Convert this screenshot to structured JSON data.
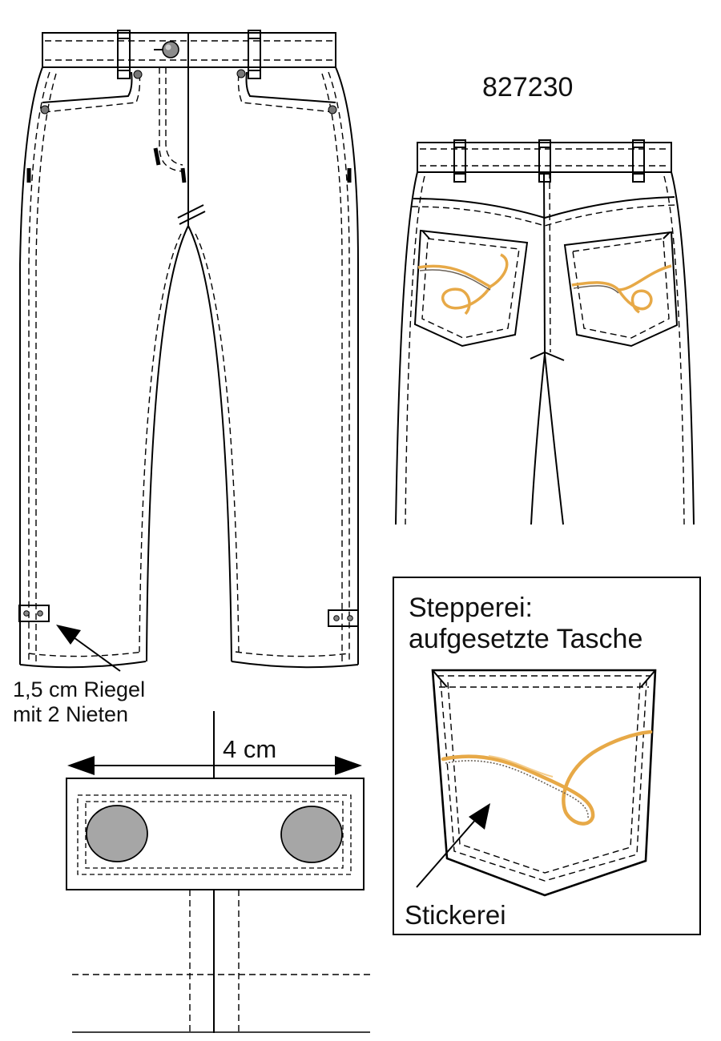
{
  "drawing": {
    "style_number": "827230",
    "annotations": {
      "tab_label_line1": "1,5 cm Riegel",
      "tab_label_line2": "mit 2 Nieten",
      "width_measure": "4 cm",
      "detail_title_line1": "Stepperei:",
      "detail_title_line2": "aufgesetzte Tasche",
      "embroidery_label": "Stickerei"
    },
    "colors": {
      "line": "#000000",
      "rivet": "#a6a6a6",
      "embroidery": "#e7a947",
      "embroidery_shadow": "#6b6258"
    }
  }
}
